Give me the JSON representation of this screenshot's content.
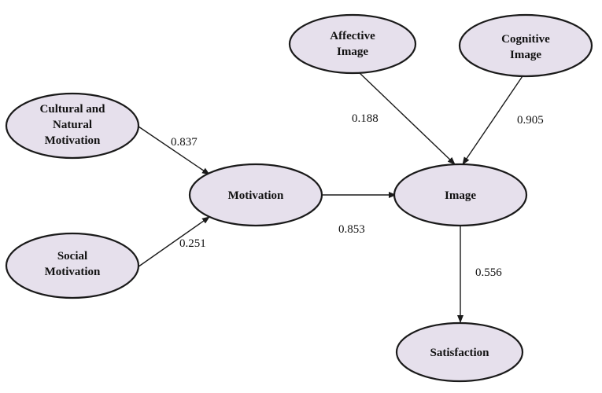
{
  "nodes": {
    "cultural_natural": {
      "lines": [
        "Cultural and",
        "Natural",
        "Motivation"
      ]
    },
    "social": {
      "lines": [
        "Social",
        "Motivation"
      ]
    },
    "motivation": {
      "lines": [
        "Motivation"
      ]
    },
    "affective": {
      "lines": [
        "Affective",
        "Image"
      ]
    },
    "cognitive": {
      "lines": [
        "Cognitive",
        "Image"
      ]
    },
    "image": {
      "lines": [
        "Image"
      ]
    },
    "satisfaction": {
      "lines": [
        "Satisfaction"
      ]
    }
  },
  "edges": [
    {
      "id": "cultural-to-motivation",
      "from": "cultural_natural",
      "to": "motivation",
      "coefficient": "0.837"
    },
    {
      "id": "social-to-motivation",
      "from": "social",
      "to": "motivation",
      "coefficient": "0.251"
    },
    {
      "id": "motivation-to-image",
      "from": "motivation",
      "to": "image",
      "coefficient": "0.853"
    },
    {
      "id": "affective-to-image",
      "from": "affective",
      "to": "image",
      "coefficient": "0.188"
    },
    {
      "id": "cognitive-to-image",
      "from": "cognitive",
      "to": "image",
      "coefficient": "0.905"
    },
    {
      "id": "image-to-satisfaction",
      "from": "image",
      "to": "satisfaction",
      "coefficient": "0.556"
    }
  ]
}
